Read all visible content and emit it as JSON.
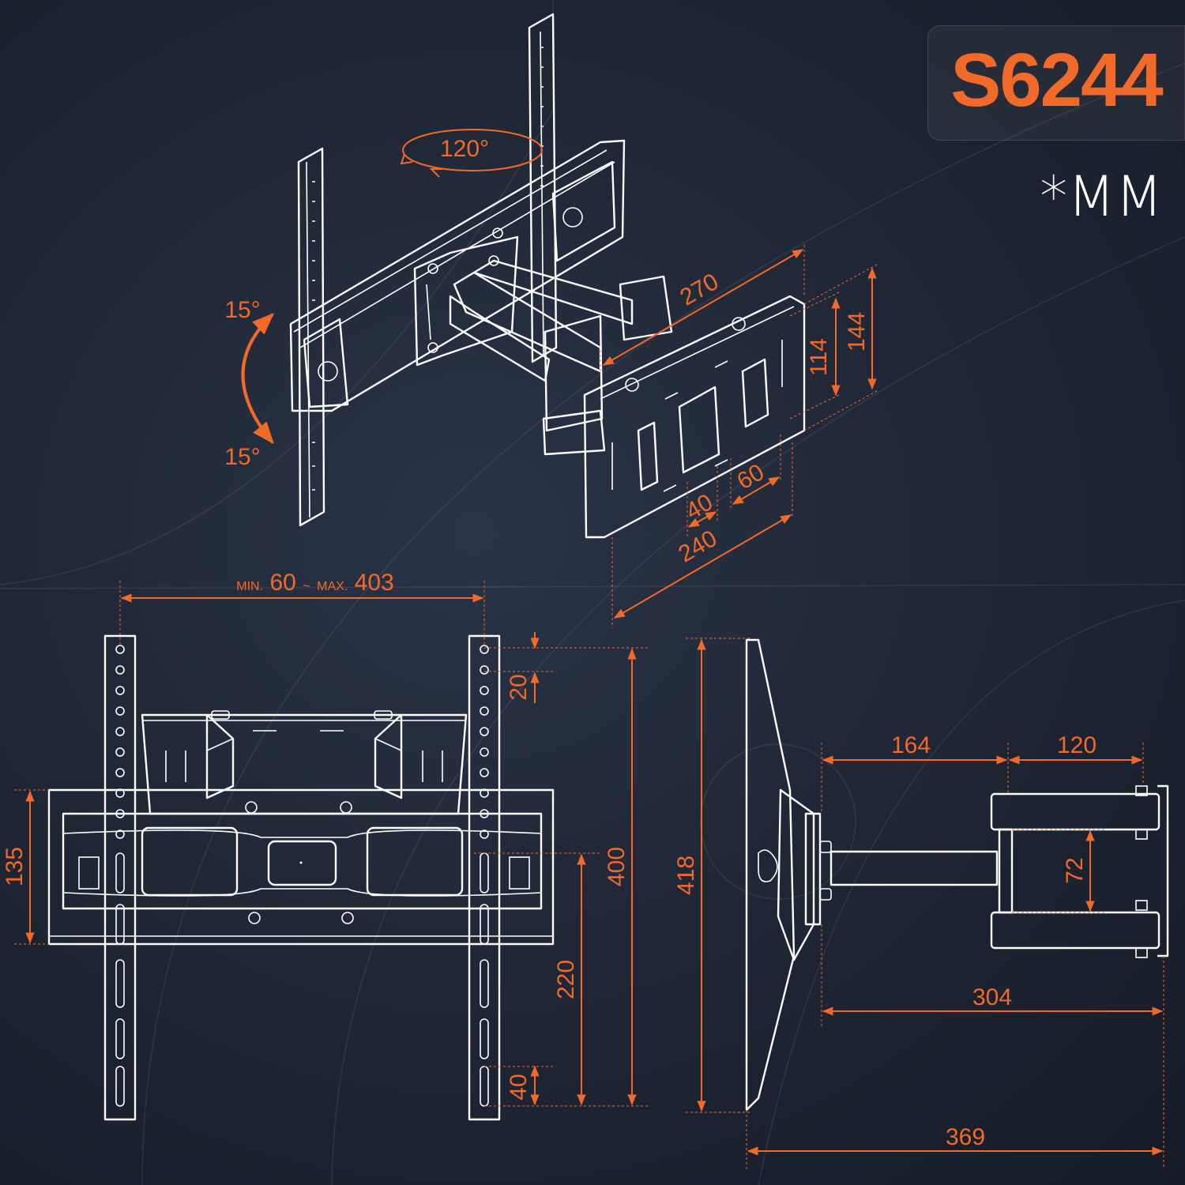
{
  "badge": {
    "model": "S6244",
    "unit": "*MM"
  },
  "rotation": {
    "swivel": "120°",
    "tilt_up": "15°",
    "tilt_down": "15°"
  },
  "dimensions": {
    "arm_depth": "270",
    "plate_height_outer": "144",
    "plate_height_inner": "114",
    "plate_width": "240",
    "slot_gap": "40",
    "slot_spacing": "60",
    "rail_spacing_min_label": "MIN.",
    "rail_spacing_min": "60",
    "rail_spacing_sep": "~",
    "rail_spacing_max_label": "MAX.",
    "rail_spacing_max": "403",
    "hole_pitch": "20",
    "rail_length": "400",
    "vertical_slot_span": "220",
    "bottom_slot": "40",
    "bracket_height": "135",
    "side_total_height": "418",
    "arm_segment_1": "164",
    "arm_segment_2": "120",
    "wall_plate_spacing": "72",
    "arm_extension": "304",
    "max_extension": "369"
  },
  "colors": {
    "accent": "#f26a2a",
    "line": "#ffffff",
    "background": "#1e2533"
  }
}
